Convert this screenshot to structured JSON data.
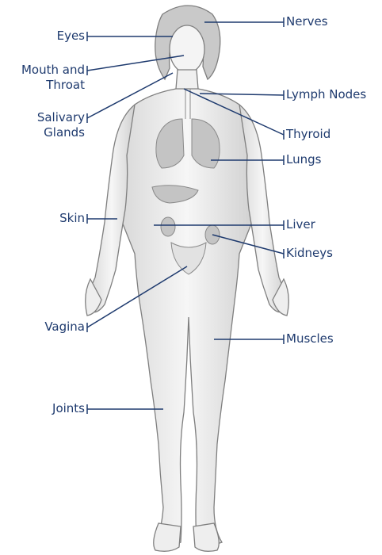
{
  "colors": {
    "label": "#1e3a6e",
    "leader": "#1e3a6e",
    "sketch": "#8a8a8a",
    "organ": "#b9b9b9"
  },
  "labels_left": {
    "eyes": "Eyes",
    "mouth_line1": "Mouth and",
    "mouth_line2": "Throat",
    "salivary_line1": "Salivary",
    "salivary_line2": "Glands",
    "skin": "Skin",
    "vagina": "Vagina",
    "joints": "Joints"
  },
  "labels_right": {
    "nerves": "Nerves",
    "lymph": "Lymph Nodes",
    "thyroid": "Thyroid",
    "lungs": "Lungs",
    "liver": "Liver",
    "kidneys": "Kidneys",
    "muscles": "Muscles"
  }
}
